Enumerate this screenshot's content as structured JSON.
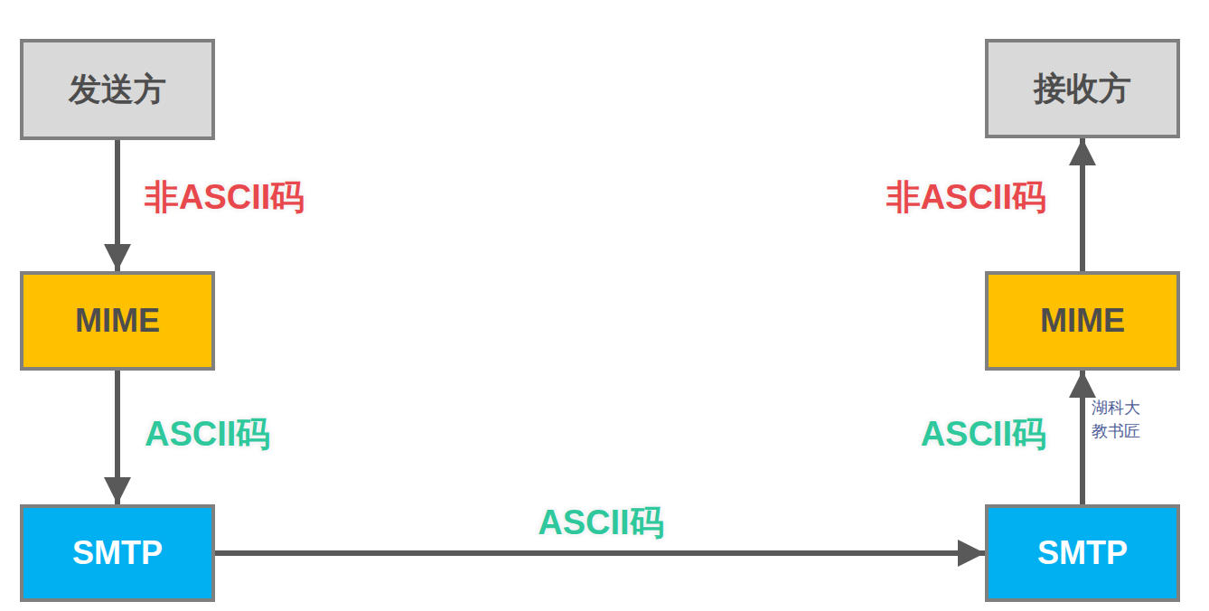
{
  "diagram": {
    "nodes": [
      {
        "text": [
          "发送方"
        ]
      },
      {
        "text": [
          "接收方"
        ]
      },
      {
        "text": [
          "MIME"
        ]
      },
      {
        "text": [
          "MIME"
        ]
      },
      {
        "text": [
          "SMTP"
        ]
      },
      {
        "text": [
          "SMTP"
        ]
      }
    ],
    "edges": [
      {
        "from": 0,
        "to": 2,
        "label": "非ASCII码",
        "arrow": "to"
      },
      {
        "from": 2,
        "to": 4,
        "label": "ASCII码",
        "arrow": "to"
      },
      {
        "from": 4,
        "to": 5,
        "label": "ASCII码",
        "arrow": "to"
      },
      {
        "from": 5,
        "to": 3,
        "label": "ASCII码",
        "arrow": "to"
      },
      {
        "from": 3,
        "to": 1,
        "label": "非ASCII码",
        "arrow": "to"
      }
    ],
    "labels": [
      "湖科大",
      "教书匠"
    ]
  }
}
